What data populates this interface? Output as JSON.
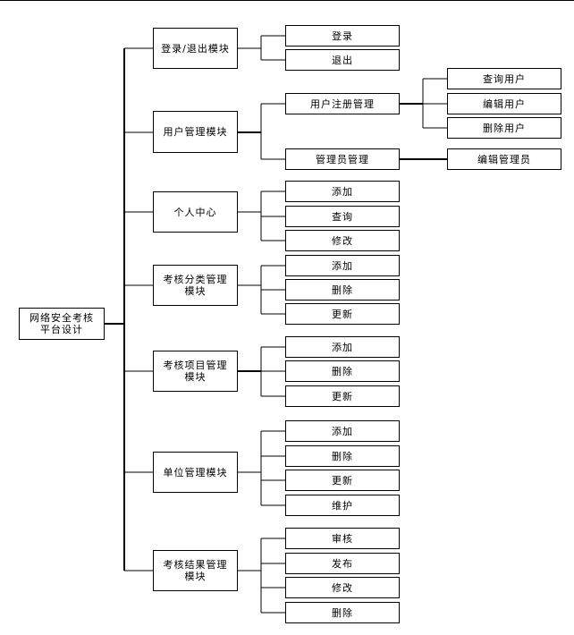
{
  "root": {
    "label": "网络安全考核平台设计"
  },
  "modules": [
    {
      "id": "login",
      "label": "登录/退出模块",
      "children": [
        {
          "label": "登录"
        },
        {
          "label": "退出"
        }
      ]
    },
    {
      "id": "user",
      "label": "用户管理模块",
      "children": [
        {
          "label": "用户注册管理",
          "children": [
            {
              "label": "查询用户"
            },
            {
              "label": "编辑用户"
            },
            {
              "label": "删除用户"
            }
          ]
        },
        {
          "label": "管理员管理",
          "children": [
            {
              "label": "编辑管理员"
            }
          ]
        }
      ]
    },
    {
      "id": "personal",
      "label": "个人中心",
      "children": [
        {
          "label": "添加"
        },
        {
          "label": "查询"
        },
        {
          "label": "修改"
        }
      ]
    },
    {
      "id": "category",
      "label": "考核分类管理模块",
      "children": [
        {
          "label": "添加"
        },
        {
          "label": "删除"
        },
        {
          "label": "更新"
        }
      ]
    },
    {
      "id": "project",
      "label": "考核项目管理模块",
      "children": [
        {
          "label": "添加"
        },
        {
          "label": "删除"
        },
        {
          "label": "更新"
        }
      ]
    },
    {
      "id": "unit",
      "label": "单位管理模块",
      "children": [
        {
          "label": "添加"
        },
        {
          "label": "删除"
        },
        {
          "label": "更新"
        },
        {
          "label": "维护"
        }
      ]
    },
    {
      "id": "result",
      "label": "考核结果管理模块",
      "children": [
        {
          "label": "审核"
        },
        {
          "label": "发布"
        },
        {
          "label": "修改"
        },
        {
          "label": "删除"
        }
      ]
    }
  ]
}
